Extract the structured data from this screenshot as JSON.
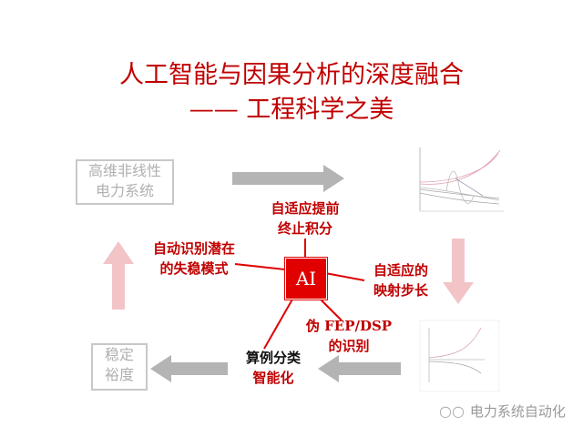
{
  "title": {
    "line1": "人工智能与因果分析的深度融合",
    "line2": "—— 工程科学之美"
  },
  "nodes": {
    "system": [
      "高维非线性",
      "电力系统"
    ],
    "margin": [
      "稳定",
      "裕度"
    ],
    "ai": "AI",
    "classify": [
      "算例分类",
      "智能化"
    ]
  },
  "techniques": {
    "early_stop": [
      "自适应提前",
      "终止积分"
    ],
    "mode": [
      "自动识别潜在",
      "的失稳模式"
    ],
    "step": [
      "自适应的",
      "映射步长"
    ],
    "fep": [
      "伪 FEP/DSP",
      "的识别"
    ]
  },
  "watermark": "电力系统自动化",
  "colors": {
    "accent": "#c00000",
    "ai_box": "#e00000",
    "gray_arrow": "#b4b4b4",
    "pink_arrow": "#f2c4c8"
  }
}
